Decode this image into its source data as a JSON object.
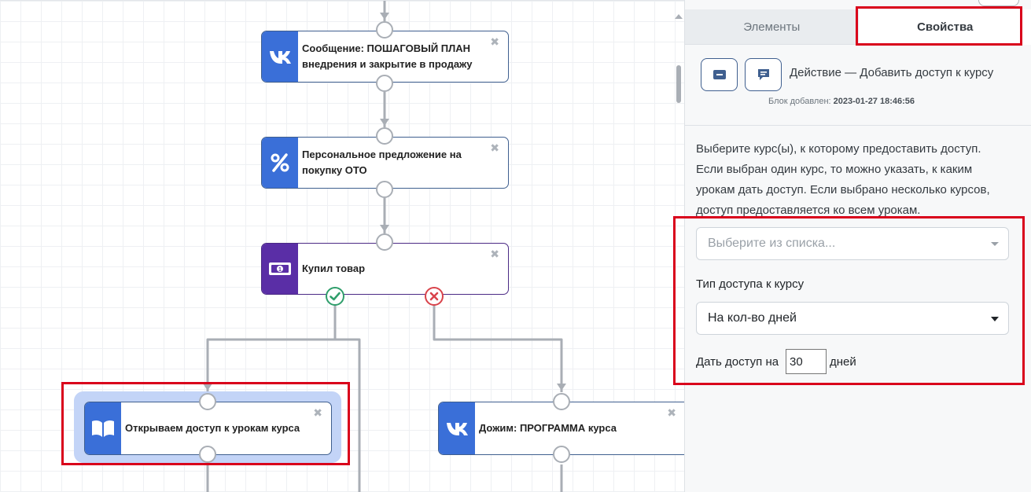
{
  "canvas": {
    "nodes": [
      {
        "id": "msg-plan",
        "title": "Сообщение: ПОШАГОВЫЙ ПЛАН\nвнедрения и закрытие в продажу",
        "icon": "vk-icon",
        "icon_color": "#3a6fd8"
      },
      {
        "id": "offer-oto",
        "title": "Персональное предложение на\nпокупку ОТО",
        "icon": "percent-icon",
        "icon_color": "#3a6fd8"
      },
      {
        "id": "bought",
        "title": "Купил товар",
        "icon": "money-icon",
        "icon_color": "#5a2ea6"
      },
      {
        "id": "open-access",
        "title": "Открываем доступ к урокам курса",
        "icon": "book-icon",
        "icon_color": "#3a6fd8"
      },
      {
        "id": "push-program",
        "title": "Дожим: ПРОГРАММА курса",
        "icon": "vk-icon",
        "icon_color": "#3a6fd8"
      }
    ],
    "close_glyph": "✖"
  },
  "panel": {
    "tabs": {
      "elements": "Элементы",
      "properties": "Свойства"
    },
    "action_title": "Действие — Добавить доступ к курсу",
    "added_label": "Блок добавлен:",
    "added_date": "2023-01-27 18:46:56",
    "description": "Выберите курс(ы), к которому предоставить доступ. Если выбран один курс, то можно указать, к каким урокам дать доступ. Если выбрано несколько курсов, доступ предоставляется ко всем урокам.",
    "course_select": {
      "placeholder": "Выберите из списка..."
    },
    "access_type": {
      "label": "Тип доступа к курсу",
      "value": "На кол-во дней"
    },
    "grant": {
      "prefix": "Дать доступ на",
      "value": "30",
      "suffix": "дней"
    }
  },
  "colors": {
    "accent": "#3a6fd8",
    "purchase": "#5a2ea6",
    "highlight": "#d9001b",
    "success": "#2f9e6b",
    "danger": "#d9434b"
  }
}
